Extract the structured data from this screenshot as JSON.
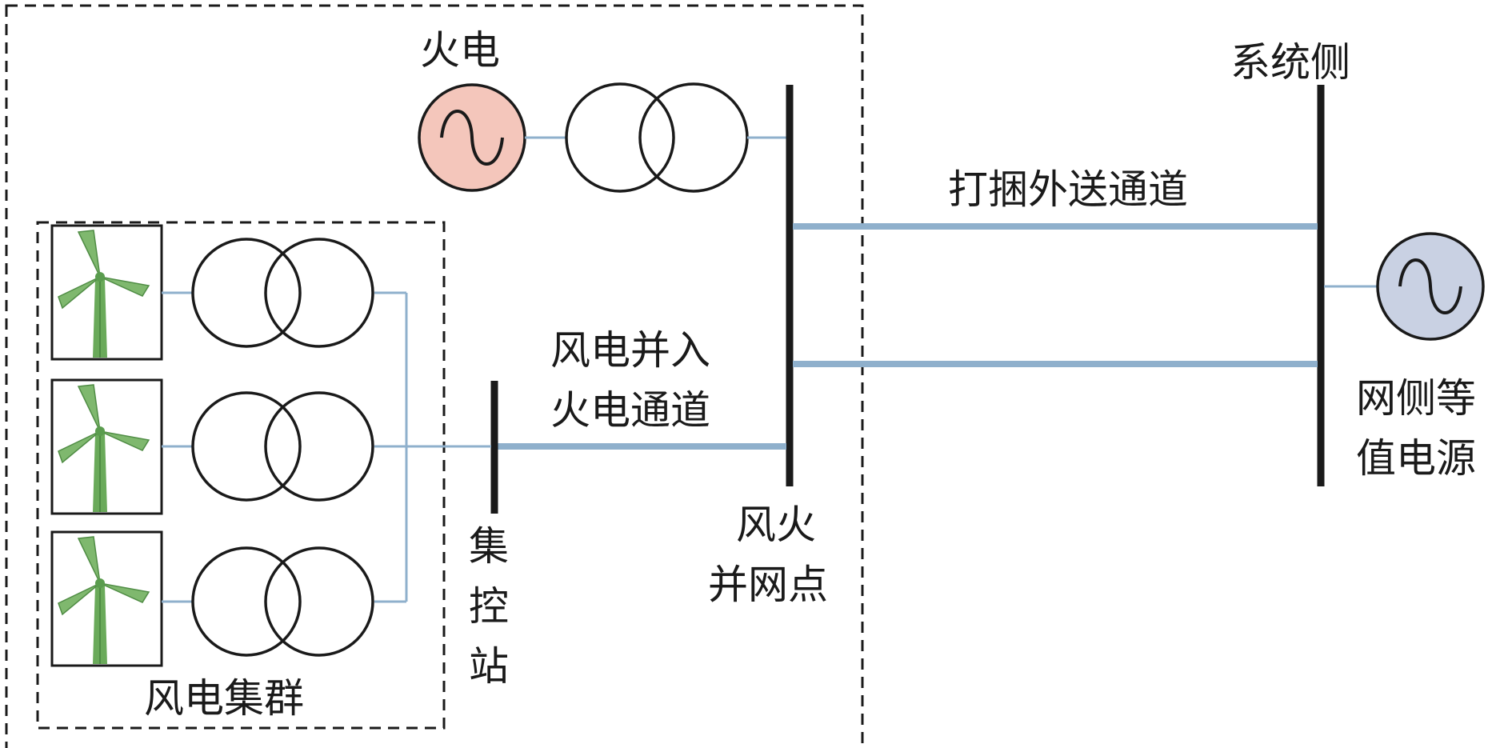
{
  "labels": {
    "thermal_power": "火电",
    "system_side": "系统侧",
    "bundled_channel": "打捆外送通道",
    "wind_into_thermal_line1": "风电并入",
    "wind_into_thermal_line2": "火电通道",
    "grid_equiv_line1": "网侧等",
    "grid_equiv_line2": "值电源",
    "collection_station": [
      "集",
      "控",
      "站"
    ],
    "wind_thermal_poi_line1": "风火",
    "wind_thermal_poi_line2": "并网点",
    "wind_cluster": "风电集群"
  },
  "colors": {
    "thermal_generator_fill": "#f4c6bb",
    "grid_generator_fill": "#c9d1e3",
    "line_blue": "#8fb0cc",
    "turbine_green": "#6aaa5a",
    "bus_black": "#1a1a1a"
  },
  "turbine_count": 3
}
